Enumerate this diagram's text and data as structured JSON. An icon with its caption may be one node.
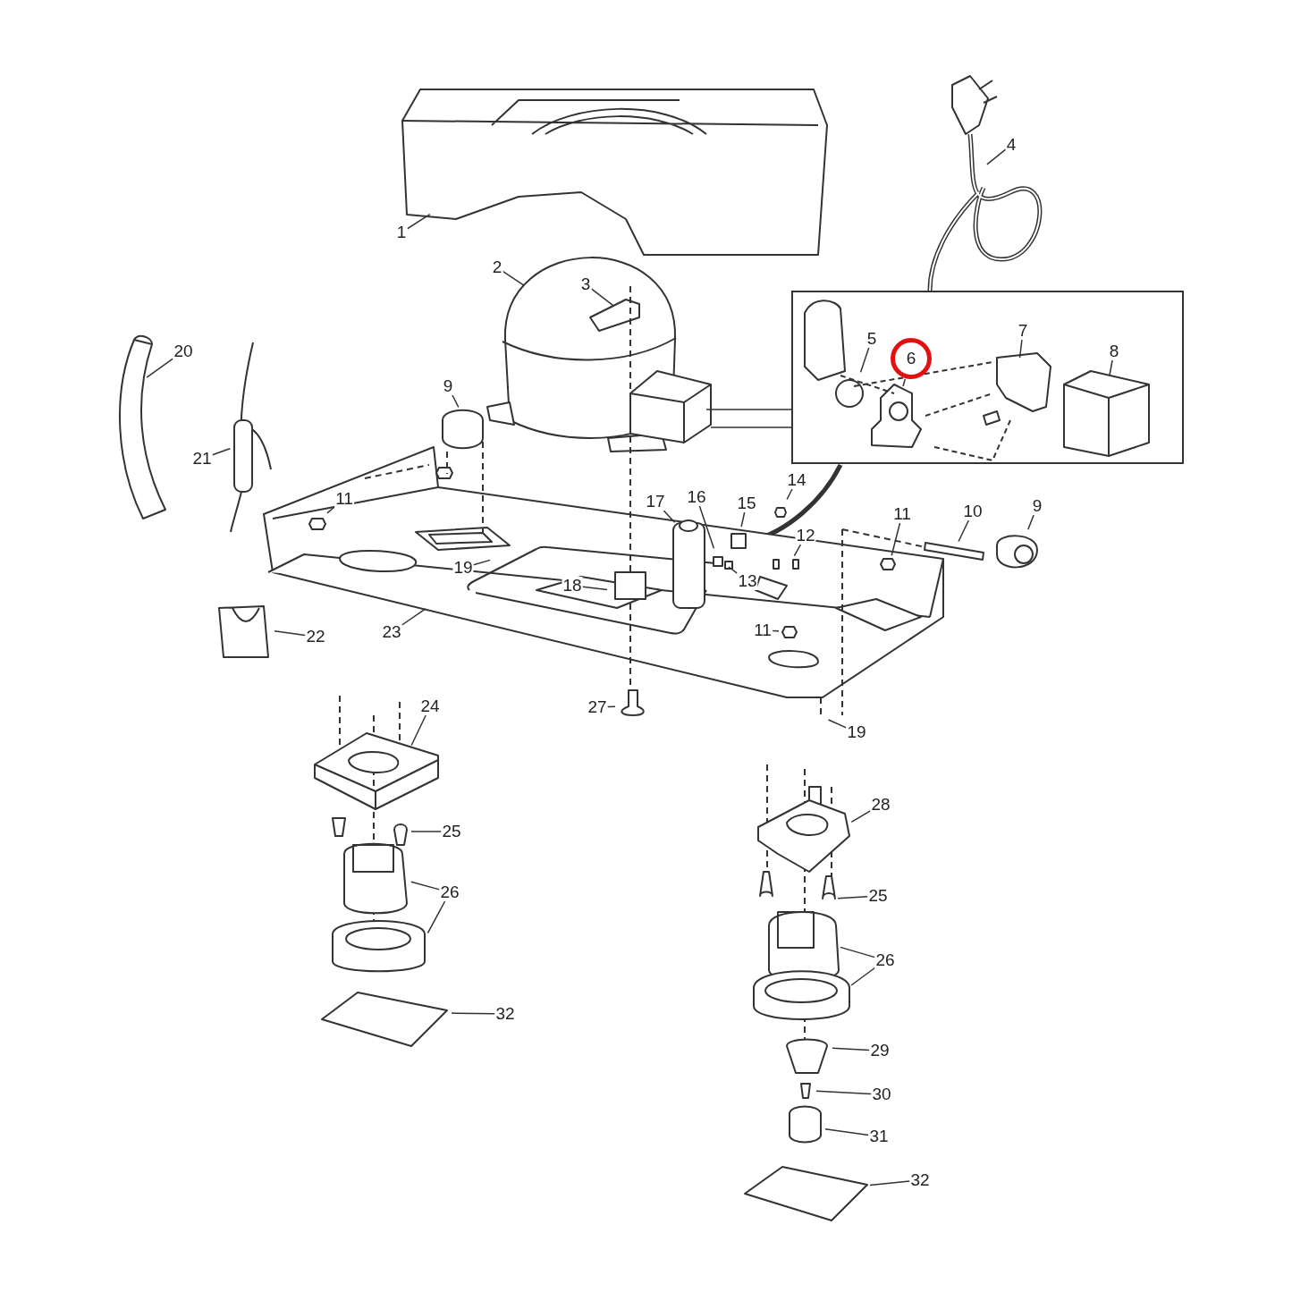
{
  "diagram": {
    "nodes": [
      {
        "text": [
          "4"
        ]
      },
      {
        "text": [
          "1"
        ]
      },
      {
        "text": [
          "2"
        ]
      },
      {
        "text": [
          "3"
        ]
      },
      {
        "text": [],
        "shape": "box"
      },
      {
        "text": [
          "7"
        ],
        "in": 4
      },
      {
        "text": [
          "5"
        ],
        "in": 4
      },
      {
        "text": [
          "8"
        ],
        "in": 4
      },
      {
        "text": [
          "6"
        ],
        "in": 4
      },
      {
        "text": [
          "20"
        ]
      },
      {
        "text": [
          "9"
        ]
      },
      {
        "text": [
          "21"
        ]
      },
      {
        "text": [
          "14"
        ]
      },
      {
        "text": [
          "11"
        ]
      },
      {
        "text": [
          "16"
        ]
      },
      {
        "text": [
          "17"
        ]
      },
      {
        "text": [
          "15"
        ]
      },
      {
        "text": [
          "9"
        ]
      },
      {
        "text": [
          "10"
        ]
      },
      {
        "text": [
          "11"
        ]
      },
      {
        "text": [
          "12"
        ]
      },
      {
        "text": [
          "19"
        ]
      },
      {
        "text": [
          "13"
        ]
      },
      {
        "text": [
          "18"
        ]
      },
      {
        "text": [
          "11"
        ]
      },
      {
        "text": [
          "23"
        ]
      },
      {
        "text": [
          "22"
        ]
      },
      {
        "text": [
          "24"
        ]
      },
      {
        "text": [
          "27"
        ]
      },
      {
        "text": [
          "19"
        ]
      },
      {
        "text": [
          "28"
        ]
      },
      {
        "text": [
          "25"
        ]
      },
      {
        "text": [
          "26"
        ]
      },
      {
        "text": [
          "25"
        ]
      },
      {
        "text": [
          "26"
        ]
      },
      {
        "text": [
          "32"
        ]
      },
      {
        "text": [
          "29"
        ]
      },
      {
        "text": [
          "30"
        ]
      },
      {
        "text": [
          "31"
        ]
      },
      {
        "text": [
          "32"
        ]
      }
    ],
    "edges": [
      {
        "from": 0,
        "to": null,
        "arrow": "none"
      },
      {
        "from": 1,
        "to": null,
        "arrow": "none"
      },
      {
        "from": 2,
        "to": null,
        "arrow": "none"
      },
      {
        "from": 3,
        "to": null,
        "arrow": "none"
      },
      {
        "from": null,
        "to": 4,
        "arrow": "none"
      },
      {
        "from": 5,
        "to": null,
        "arrow": "none"
      },
      {
        "from": 6,
        "to": null,
        "arrow": "none"
      },
      {
        "from": 7,
        "to": null,
        "arrow": "none"
      },
      {
        "from": 8,
        "to": null,
        "arrow": "none"
      },
      {
        "from": 9,
        "to": null,
        "arrow": "none"
      },
      {
        "from": 10,
        "to": null,
        "arrow": "none"
      },
      {
        "from": 11,
        "to": null,
        "arrow": "none"
      },
      {
        "from": 12,
        "to": null,
        "arrow": "none"
      },
      {
        "from": 13,
        "to": null,
        "arrow": "none"
      },
      {
        "from": 14,
        "to": null,
        "arrow": "none"
      },
      {
        "from": 15,
        "to": null,
        "arrow": "none"
      },
      {
        "from": 16,
        "to": null,
        "arrow": "none"
      },
      {
        "from": 17,
        "to": null,
        "arrow": "none"
      },
      {
        "from": 18,
        "to": null,
        "arrow": "none"
      },
      {
        "from": 19,
        "to": null,
        "arrow": "none"
      },
      {
        "from": 20,
        "to": null,
        "arrow": "none"
      },
      {
        "from": 21,
        "to": null,
        "arrow": "none"
      },
      {
        "from": 22,
        "to": null,
        "arrow": "none"
      },
      {
        "from": 23,
        "to": null,
        "arrow": "none"
      },
      {
        "from": 24,
        "to": null,
        "arrow": "none"
      },
      {
        "from": 25,
        "to": null,
        "arrow": "none"
      },
      {
        "from": 26,
        "to": null,
        "arrow": "none"
      },
      {
        "from": 27,
        "to": null,
        "arrow": "none"
      },
      {
        "from": 28,
        "to": null,
        "arrow": "none"
      },
      {
        "from": 29,
        "to": null,
        "arrow": "none"
      },
      {
        "from": 30,
        "to": null,
        "arrow": "none"
      },
      {
        "from": 31,
        "to": null,
        "arrow": "none"
      },
      {
        "from": 32,
        "to": null,
        "arrow": "none"
      },
      {
        "from": 32,
        "to": null,
        "arrow": "none"
      },
      {
        "from": 33,
        "to": null,
        "arrow": "none"
      },
      {
        "from": 34,
        "to": null,
        "arrow": "none"
      },
      {
        "from": 34,
        "to": null,
        "arrow": "none"
      },
      {
        "from": 35,
        "to": null,
        "arrow": "none"
      },
      {
        "from": 36,
        "to": null,
        "arrow": "none"
      },
      {
        "from": 37,
        "to": null,
        "arrow": "none"
      },
      {
        "from": 38,
        "to": null,
        "arrow": "none"
      },
      {
        "from": 39,
        "to": null,
        "arrow": "none"
      }
    ]
  }
}
